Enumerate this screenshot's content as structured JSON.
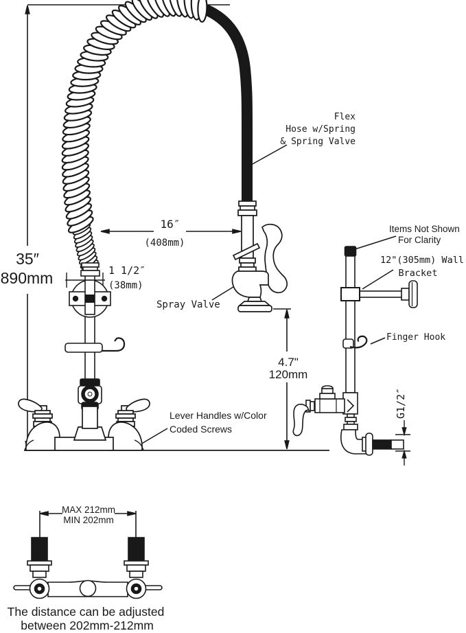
{
  "labels": {
    "flex1": "Flex",
    "flex2": "Hose w/Spring",
    "flex3": "& Spring Valve",
    "height_in": "35″",
    "height_mm": "890mm",
    "hose_in": "16″",
    "hose_mm": "(408mm)",
    "offset_in": "1 1/2″",
    "offset_mm": "(38mm)",
    "spray_valve": "Spray Valve",
    "items1": "Items Not Shown",
    "items2": "For Clarity",
    "wall_bracket1": "12\"(305mm) Wall",
    "wall_bracket2": "Bracket",
    "finger_hook": "Finger Hook",
    "spout_in": "4.7\"",
    "spout_mm": "120mm",
    "lever1": "Lever Handles w/Color",
    "lever2": "Coded Screws",
    "thread": "G1/2″",
    "max": "MAX 212mm",
    "min": "MIN 202mm",
    "caption1": "The distance can be adjusted",
    "caption2": "between 202mm-212mm"
  },
  "colors": {
    "line": "#191919",
    "background": "#ffffff"
  }
}
